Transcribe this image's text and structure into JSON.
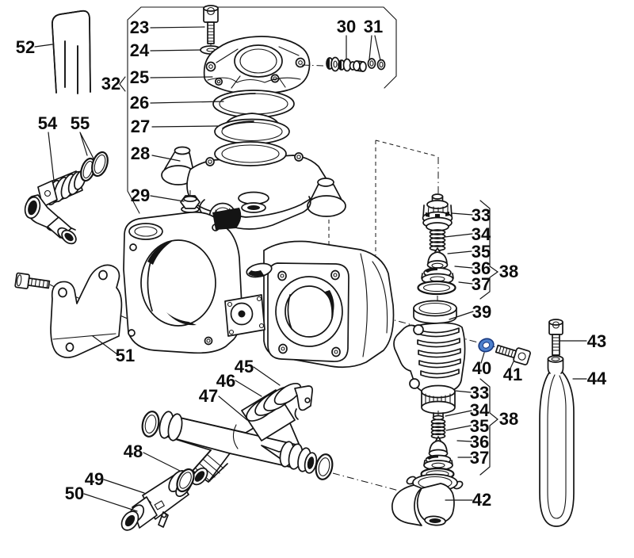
{
  "diagram": {
    "background": "#ffffff",
    "line_color": "#141414",
    "highlight": {
      "part": "40",
      "color": "#4d80cc"
    }
  },
  "labels": [
    "52",
    "23",
    "24",
    "25",
    "26",
    "27",
    "28",
    "29",
    "32",
    "30",
    "31",
    "54",
    "55",
    "51",
    "33",
    "34",
    "35",
    "36",
    "37",
    "38",
    "39",
    "40",
    "41",
    "43",
    "44",
    "33",
    "34",
    "35",
    "36",
    "37",
    "38",
    "42",
    "45",
    "46",
    "47",
    "48",
    "49",
    "50"
  ]
}
